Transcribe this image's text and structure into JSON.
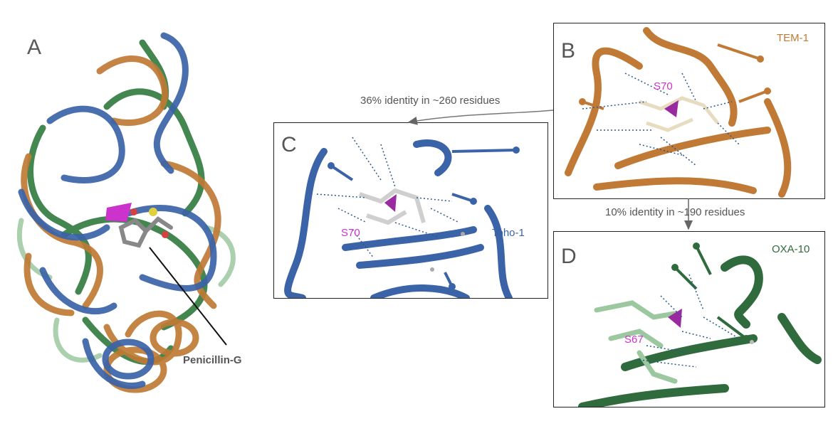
{
  "panels": {
    "A": {
      "letter": "A",
      "ligand_label": "Penicillin-G"
    },
    "B": {
      "letter": "B",
      "protein": "TEM-1",
      "residue": "S70",
      "color": "#c07a35"
    },
    "C": {
      "letter": "C",
      "protein": "Toho-1",
      "residue": "S70",
      "color": "#3a63a8"
    },
    "D": {
      "letter": "D",
      "protein": "OXA-10",
      "residue": "S67",
      "color": "#2f6b3c"
    }
  },
  "comparisons": {
    "b_to_c": "36% identity in   ~260 residues",
    "b_to_d": "10% identity in   ~190 residues"
  },
  "colors": {
    "tem1": "#c07a35",
    "toho1": "#3a63a8",
    "oxa10": "#2f6b3c",
    "oxa10_light": "#9cc8a0",
    "serine": "#cc33cc",
    "ligand": "#9a9a9a",
    "hbond": "#2a5a8a"
  }
}
